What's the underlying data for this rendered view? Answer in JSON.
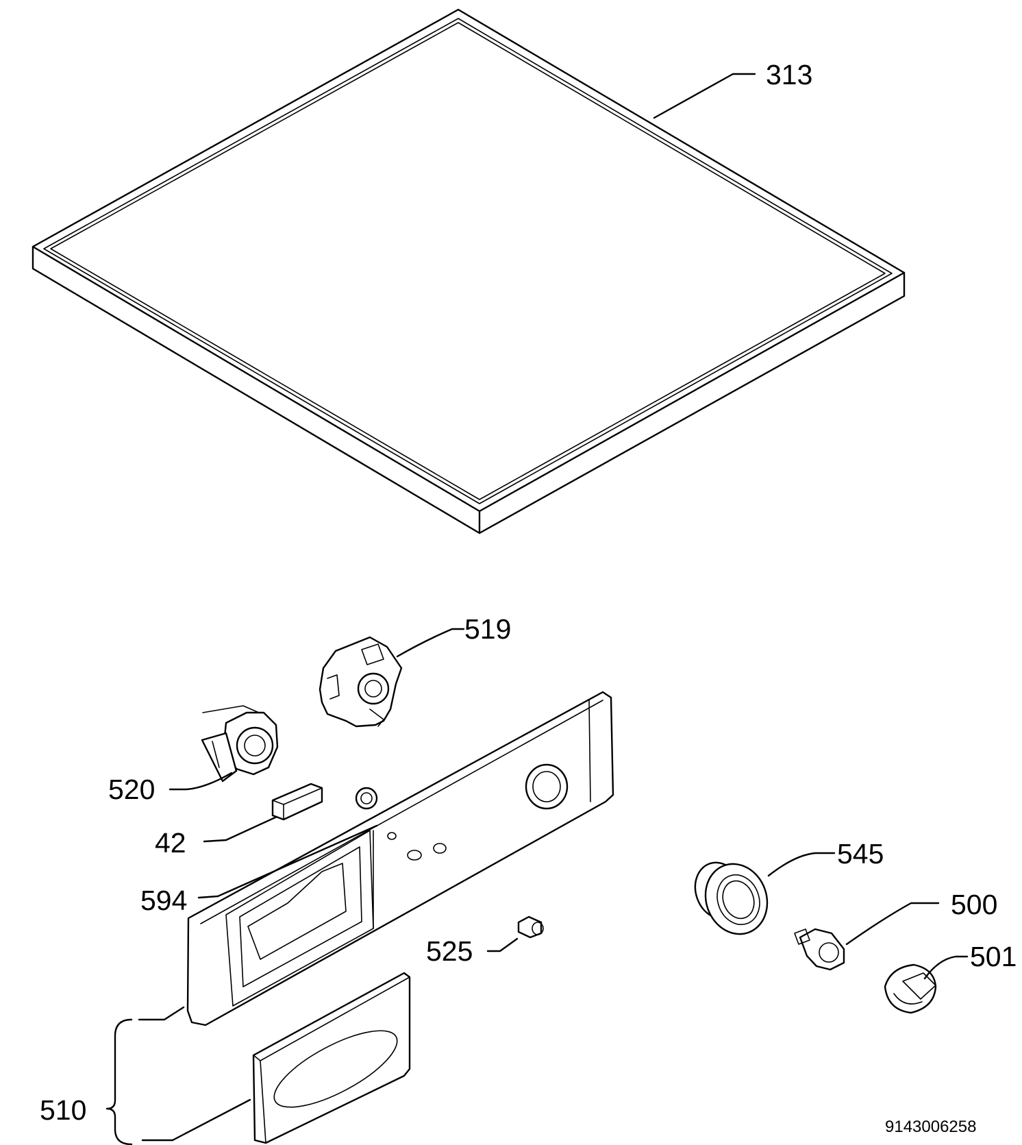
{
  "callouts": {
    "c313": "313",
    "c519": "519",
    "c520": "520",
    "c42": "42",
    "c594": "594",
    "c545": "545",
    "c500": "500",
    "c525": "525",
    "c501": "501",
    "c510": "510"
  },
  "drawing_number": "9143006258"
}
